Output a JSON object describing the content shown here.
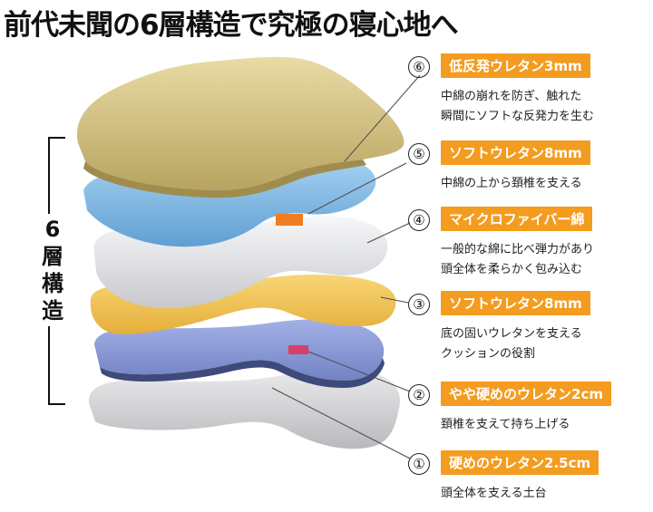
{
  "title": "前代未聞の6層構造で究極の寝心地へ",
  "side_label": [
    "6",
    "層",
    "構",
    "造"
  ],
  "layers": [
    {
      "number": "⑥",
      "name": "低反発ウレタン3mm",
      "desc": [
        "中綿の崩れを防ぎ、触れた",
        "瞬間にソフトな反発力を生む"
      ]
    },
    {
      "number": "⑤",
      "name": "ソフトウレタン8mm",
      "desc": [
        "中綿の上から頚椎を支える"
      ]
    },
    {
      "number": "④",
      "name": "マイクロファイバー綿",
      "desc": [
        "一般的な綿に比べ弾力があり",
        "頭全体を柔らかく包み込む"
      ]
    },
    {
      "number": "③",
      "name": "ソフトウレタン8mm",
      "desc": [
        "底の固いウレタンを支える",
        "クッションの役割"
      ]
    },
    {
      "number": "②",
      "name": "やや硬めのウレタン2cm",
      "desc": [
        "頚椎を支えて持ち上げる"
      ]
    },
    {
      "number": "①",
      "name": "硬めのウレタン2.5cm",
      "desc": [
        "頭全体を支える土台"
      ]
    }
  ],
  "colors": {
    "tag": "#f39c1f",
    "layer6": "#d9c684",
    "layer5": "#7fb7e3",
    "layer4": "#e8e9ec",
    "layer3": "#f2c556",
    "layer2": "#8d9fd9",
    "layer1": "#d8d8da"
  }
}
